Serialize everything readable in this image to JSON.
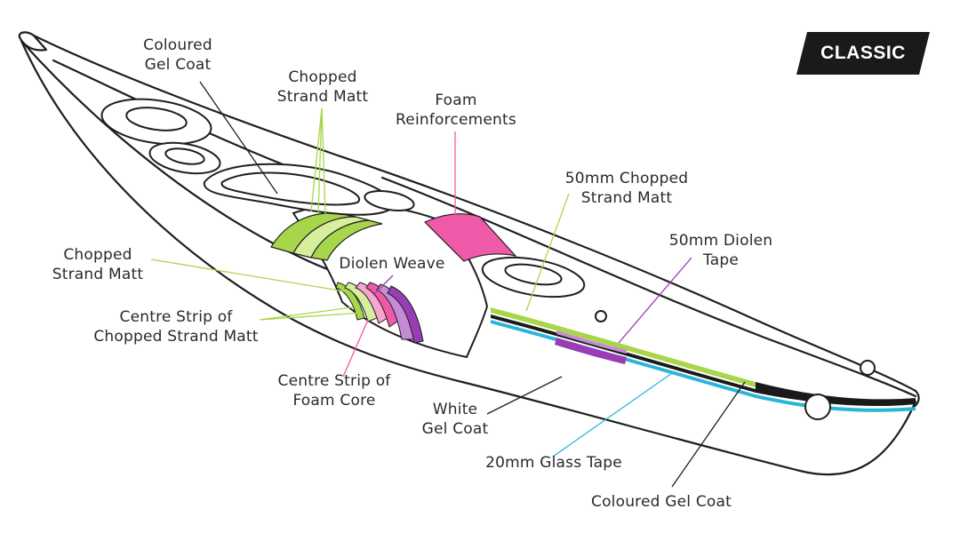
{
  "badge": {
    "text": "CLASSIC"
  },
  "colors": {
    "outline": "#1f1f1f",
    "lime": "#a8d64a",
    "lime_light": "#d7ee9d",
    "pink": "#ee5aa8",
    "pink_light": "#f7a6cf",
    "purple": "#9a3cb4",
    "purple_light": "#c58bd6",
    "cyan": "#2ab4d8",
    "black": "#1a1a1a"
  },
  "labels": {
    "coloured_gel_coat_top": [
      "Coloured",
      "Gel Coat"
    ],
    "chopped_strand_matt_top": [
      "Chopped",
      "Strand Matt"
    ],
    "foam_reinforcements": [
      "Foam",
      "Reinforcements"
    ],
    "chopped_50mm": [
      "50mm Chopped",
      "Strand Matt"
    ],
    "diolen_tape_50mm": [
      "50mm Diolen",
      "Tape"
    ],
    "chopped_strand_matt_left": [
      "Chopped",
      "Strand Matt"
    ],
    "diolen_weave": [
      "Diolen Weave"
    ],
    "centre_strip_csm": [
      "Centre Strip of",
      "Chopped Strand Matt"
    ],
    "centre_strip_foam": [
      "Centre Strip of",
      "Foam Core"
    ],
    "white_gel_coat": [
      "White",
      "Gel Coat"
    ],
    "glass_tape_20mm": [
      "20mm Glass Tape"
    ],
    "coloured_gel_coat_bottom": [
      "Coloured Gel Coat"
    ]
  }
}
